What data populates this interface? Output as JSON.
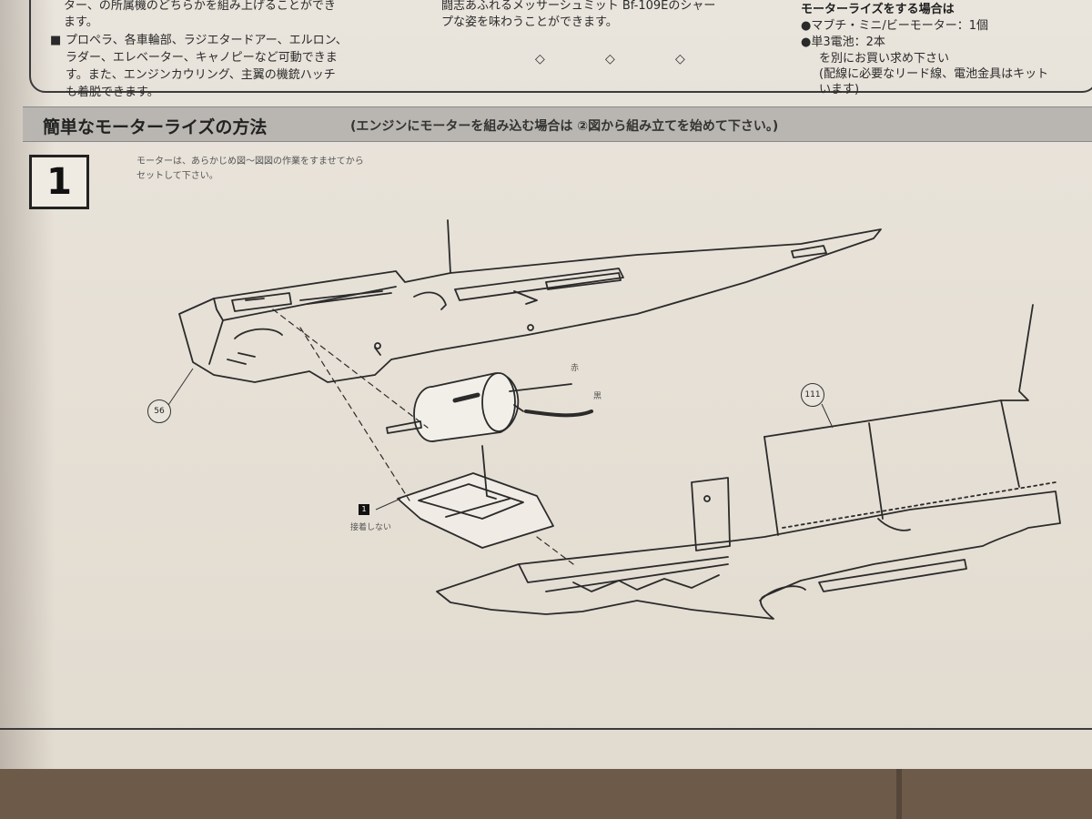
{
  "intro": {
    "left_lines": [
      "ター、の所属機のどちらかを組み上げることができ",
      "ます。",
      "プロペラ、各車輪部、ラジエタードアー、エルロン、",
      "ラダー、エレベーター、キャノピーなど可動できま",
      "す。また、エンジンカウリング、主翼の機銃ハッチ",
      "も着脱できます。"
    ],
    "middle_lines": [
      "闘志あふれるメッサーシュミット Bf-109Eのシャー",
      "プな姿を味わうことができます。"
    ],
    "diamonds": [
      "◇",
      "◇",
      "◇"
    ],
    "right_title": "モーターライズをする場合は",
    "right_lines": [
      "●マブチ・ミニ/ビーモーター：1個",
      "●単3電池：2本",
      "を別にお買い求め下さい",
      "(配線に必要なリード線、電池金具はキット",
      "います)"
    ]
  },
  "section": {
    "title": "簡単なモーターライズの方法",
    "note": "(エンジンにモーターを組み込む場合は ②図から組み立てを始めて下さい。)"
  },
  "step": {
    "number": "1",
    "instruction_line1": "モーターは、あらかじめ図～図図の作業をすませてから",
    "instruction_line2": "セットして下さい。"
  },
  "parts": {
    "callout_56": "56",
    "callout_111": "111",
    "part_box": "1",
    "part_box_note": "接着しない",
    "wire_red": "赤",
    "wire_black": "黒"
  },
  "colors": {
    "paper": "#e8e3da",
    "line": "#2b2b2b",
    "header_band": "#b9b6b1",
    "table": "#6e5a48"
  }
}
